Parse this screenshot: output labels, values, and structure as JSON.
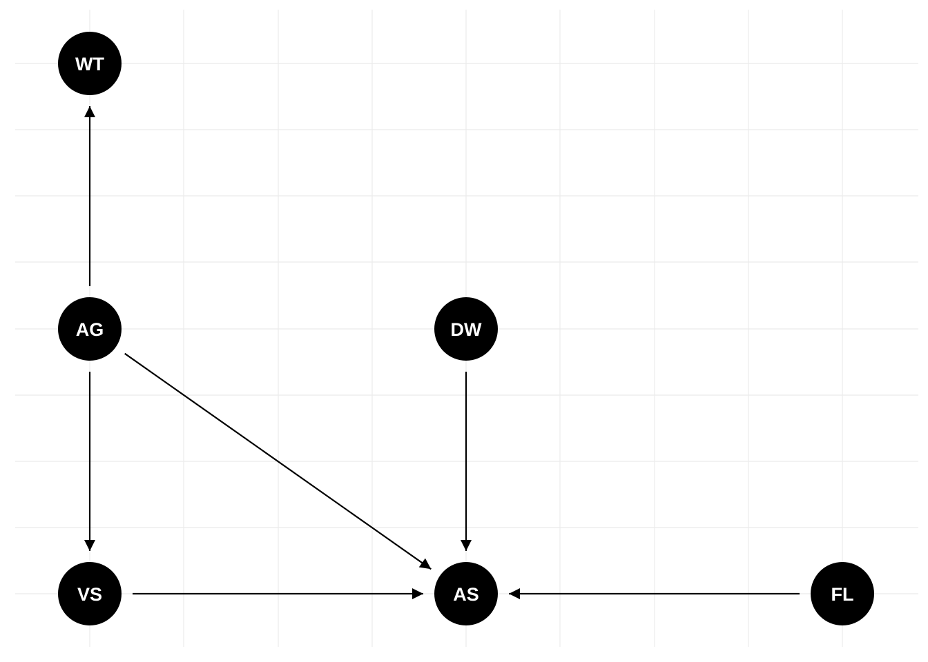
{
  "diagram": {
    "type": "directed-acyclic-graph",
    "colors": {
      "background": "#ffffff",
      "grid": "#ebebeb",
      "node_fill": "#000000",
      "node_text": "#ffffff",
      "edge": "#000000"
    },
    "nodes": [
      {
        "id": "WT",
        "label": "WT"
      },
      {
        "id": "AG",
        "label": "AG"
      },
      {
        "id": "DW",
        "label": "DW"
      },
      {
        "id": "VS",
        "label": "VS"
      },
      {
        "id": "AS",
        "label": "AS"
      },
      {
        "id": "FL",
        "label": "FL"
      }
    ],
    "edges": [
      {
        "from": "AG",
        "to": "WT"
      },
      {
        "from": "AG",
        "to": "VS"
      },
      {
        "from": "AG",
        "to": "AS"
      },
      {
        "from": "DW",
        "to": "AS"
      },
      {
        "from": "VS",
        "to": "AS"
      },
      {
        "from": "FL",
        "to": "AS"
      }
    ]
  }
}
